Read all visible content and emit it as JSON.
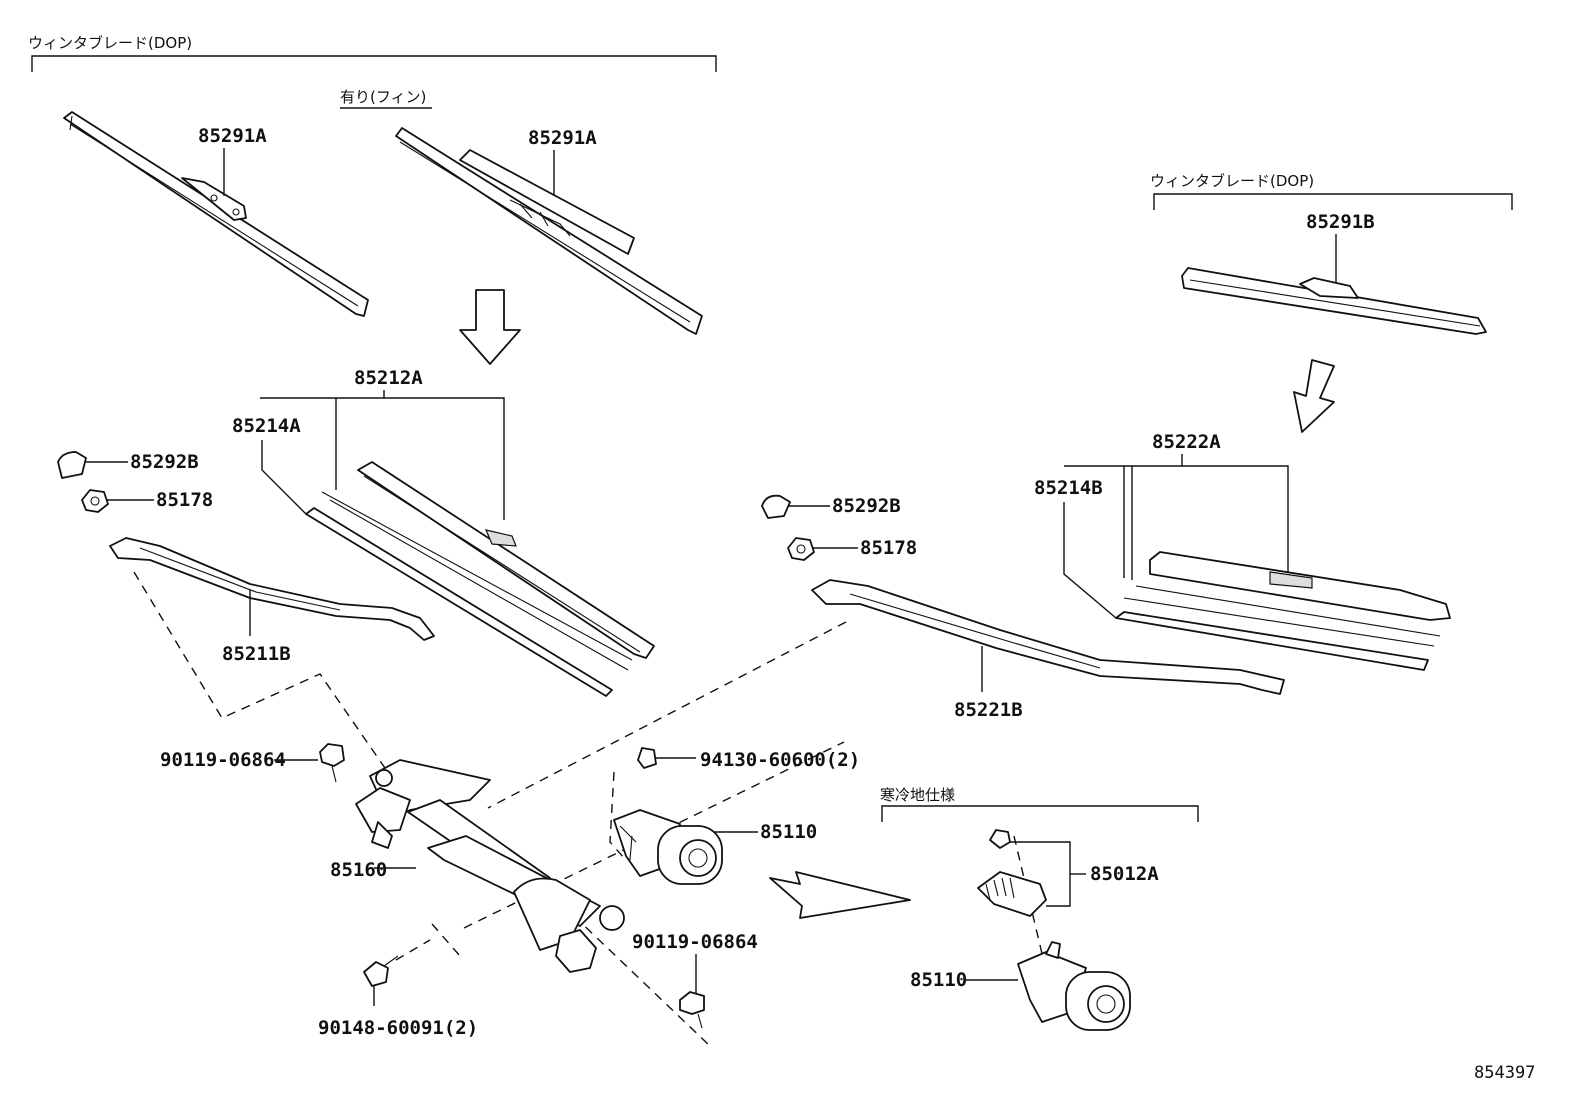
{
  "labels": {
    "blade_note_1": "ウィンタブレード(DOP)",
    "blade_note_2": "ウィンタブレード(DOP)",
    "fin_note": "有り(フィン)",
    "cold_note": "寒冷地仕様",
    "p85291A_1": "85291A",
    "p85291A_2": "85291A",
    "p85291B": "85291B",
    "p85212A": "85212A",
    "p85214A": "85214A",
    "p85292B_1": "85292B",
    "p85178_1": "85178",
    "p85211B": "85211B",
    "p85292B_2": "85292B",
    "p85178_2": "85178",
    "p85222A": "85222A",
    "p85214B": "85214B",
    "p85221B": "85221B",
    "p90119_1": "90119-06864",
    "p94130": "94130-60600(2)",
    "p85110_1": "85110",
    "p85160": "85160",
    "p90119_2": "90119-06864",
    "p90148": "90148-60091(2)",
    "p85012A": "85012A",
    "p85110_2": "85110",
    "diagram_id": "854397"
  }
}
